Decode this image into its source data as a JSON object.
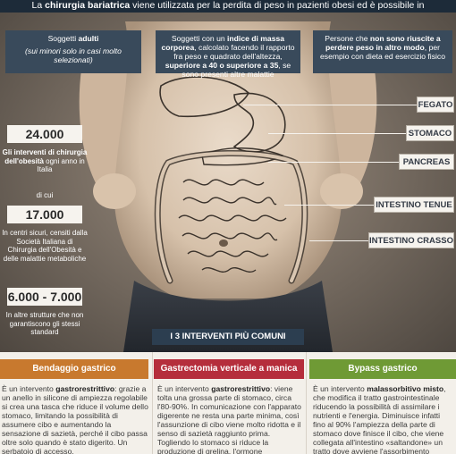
{
  "header": {
    "pre": "La ",
    "bold": "chirurgia bariatrica",
    "post": " viene utilizzata per la perdita di peso in pazienti obesi ed è possibile in"
  },
  "criteria": [
    {
      "parts": [
        {
          "t": "Soggetti ",
          "b": false
        },
        {
          "t": "adulti",
          "b": true
        }
      ],
      "note": "(sui minori solo in casi molto selezionati)"
    },
    {
      "parts": [
        {
          "t": "Soggetti con un ",
          "b": false
        },
        {
          "t": "indice di massa corporea",
          "b": true
        },
        {
          "t": ", calcolato facendo il rapporto fra peso e quadrato dell'altezza, ",
          "b": false
        },
        {
          "t": "superiore a 40 o superiore a 35",
          "b": true
        },
        {
          "t": ", se sono presenti altre malattie",
          "b": false
        }
      ]
    },
    {
      "parts": [
        {
          "t": "Persone che ",
          "b": false
        },
        {
          "t": "non sono riuscite a perdere peso in altro modo",
          "b": true
        },
        {
          "t": ", per esempio con dieta ed esercizio fisico",
          "b": false
        }
      ]
    }
  ],
  "stats": {
    "n1": "24.000",
    "t1a": "Gli interventi di chirurgia dell'obesità",
    "t1b": " ogni anno in Italia",
    "t2": "di cui",
    "n2": "17.000",
    "t3": "In centri sicuri, censiti dalla Società Italiana di Chirurgia dell'Obesità e delle malattie metaboliche",
    "n3": "6.000 - 7.000",
    "t4": "In altre strutture che non garantiscono gli stessi standard"
  },
  "organs": {
    "fegato": "FEGATO",
    "stomaco": "STOMACO",
    "pancreas": "PANCREAS",
    "tenue": "INTESTINO TENUE",
    "crasso": "INTESTINO CRASSO"
  },
  "section_title": "I 3 INTERVENTI PIÙ COMUNI",
  "interventions": [
    {
      "title": "Bendaggio gastrico",
      "color": "#c8792e",
      "parts": [
        {
          "t": "È un intervento ",
          "b": false
        },
        {
          "t": "gastrorestrittivo",
          "b": true
        },
        {
          "t": ": grazie a un anello in silicone di ampiezza regolabile si crea una tasca che riduce il volume dello stomaco, limitando la possibilità di assumere cibo e aumentando la sensazione di sazietà, perché il cibo passa oltre solo quando è stato digerito. Un serbatoio di accesso,",
          "b": false
        }
      ]
    },
    {
      "title": "Gastrectomia verticale a manica",
      "color": "#b52e3c",
      "parts": [
        {
          "t": "È un intervento ",
          "b": false
        },
        {
          "t": "gastrorestrittivo",
          "b": true
        },
        {
          "t": ": viene tolta una grossa parte di stomaco, circa l'80-90%. In comunicazione con l'apparato digerente ne resta una parte minima, così l'assunzione di cibo viene molto ridotta e il senso di sazietà raggiunto prima. Togliendo lo stomaco si riduce la produzione di grelina, l'ormone",
          "b": false
        }
      ]
    },
    {
      "title": "Bypass gastrico",
      "color": "#6f9a35",
      "parts": [
        {
          "t": "È un intervento ",
          "b": false
        },
        {
          "t": "malassorbitivo misto",
          "b": true
        },
        {
          "t": ", che modifica il tratto gastrointestinale riducendo la possibilità di assimilare i nutrienti e l'energia. Diminuisce infatti fino al 90% l'ampiezza della parte di stomaco dove finisce il cibo, che viene collegata all'intestino «saltandone» un tratto dove avviene l'assorbimento",
          "b": false
        }
      ]
    }
  ]
}
